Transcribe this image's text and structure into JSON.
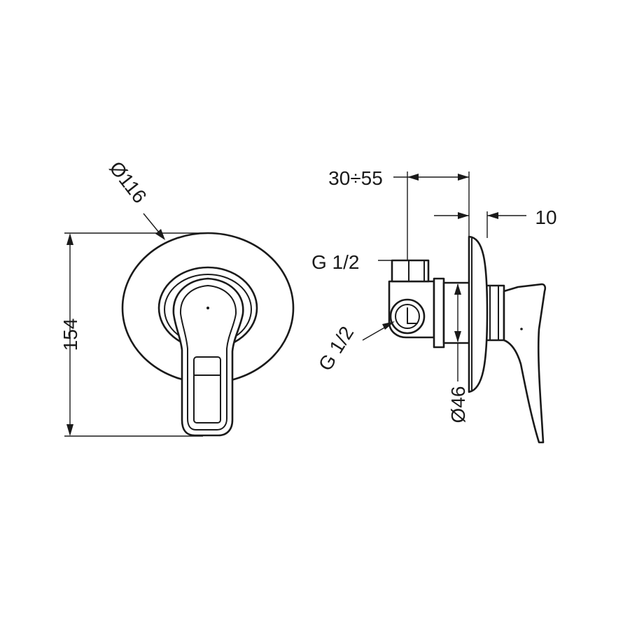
{
  "front_view": {
    "diameter_label": "Ø116",
    "height_label": "154"
  },
  "side_view": {
    "depth_label": "30÷55",
    "offset_label": "10",
    "inlet_top_label": "G 1/2",
    "inlet_side_label": "G 1/2",
    "body_diameter_label": "Ø46"
  },
  "colors": {
    "line": "#1a1a1a",
    "background": "#ffffff"
  }
}
